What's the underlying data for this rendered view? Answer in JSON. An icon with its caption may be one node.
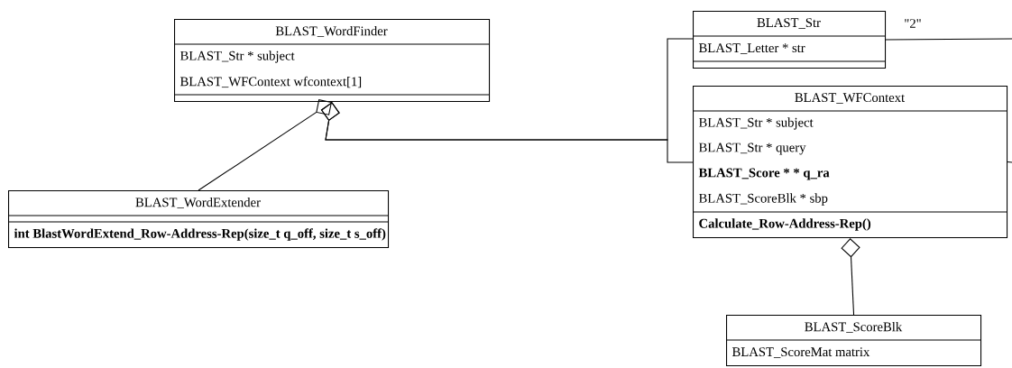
{
  "diagram": {
    "nodes": [
      {
        "text": [
          "BLAST_WordFinder",
          "BLAST_Str * subject",
          "BLAST_WFContext wfcontext[1]"
        ]
      },
      {
        "text": [
          "BLAST_Str",
          "BLAST_Letter * str"
        ]
      },
      {
        "text": [
          "BLAST_WFContext",
          "BLAST_Str * subject",
          "BLAST_Str * query",
          "**BLAST_Score * * q_ra**",
          "BLAST_ScoreBlk * sbp",
          "**Calculate_Row-Address-Rep()**"
        ]
      },
      {
        "text": [
          "BLAST_WordExtender",
          "**int BlastWordExtend_Row-Address-Rep(size_t q_off, size_t s_off)**"
        ]
      },
      {
        "text": [
          "BLAST_ScoreBlk",
          "BLAST_ScoreMat  matrix"
        ]
      }
    ],
    "edges": [
      {
        "from": 0,
        "to": 3,
        "arrow": "other"
      },
      {
        "from": 0,
        "to": 1,
        "arrow": "other"
      },
      {
        "from": 0,
        "to": 2,
        "arrow": "other"
      },
      {
        "from": 1,
        "to": null,
        "arrow": "none",
        "label": "\"2\""
      },
      {
        "from": 2,
        "to": null,
        "arrow": "none"
      },
      {
        "from": 2,
        "to": 4,
        "arrow": "other"
      }
    ]
  }
}
